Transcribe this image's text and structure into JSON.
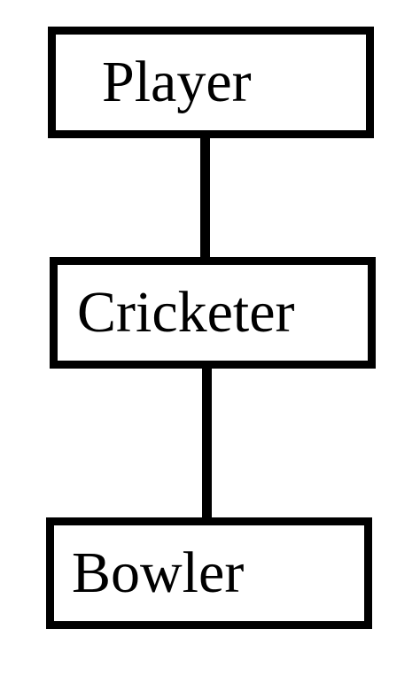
{
  "diagram": {
    "nodes": [
      {
        "id": "player",
        "label": "Player"
      },
      {
        "id": "cricketer",
        "label": "Cricketer"
      },
      {
        "id": "bowler",
        "label": "Bowler"
      }
    ],
    "edges": [
      {
        "from": "player",
        "to": "cricketer"
      },
      {
        "from": "cricketer",
        "to": "bowler"
      }
    ]
  }
}
